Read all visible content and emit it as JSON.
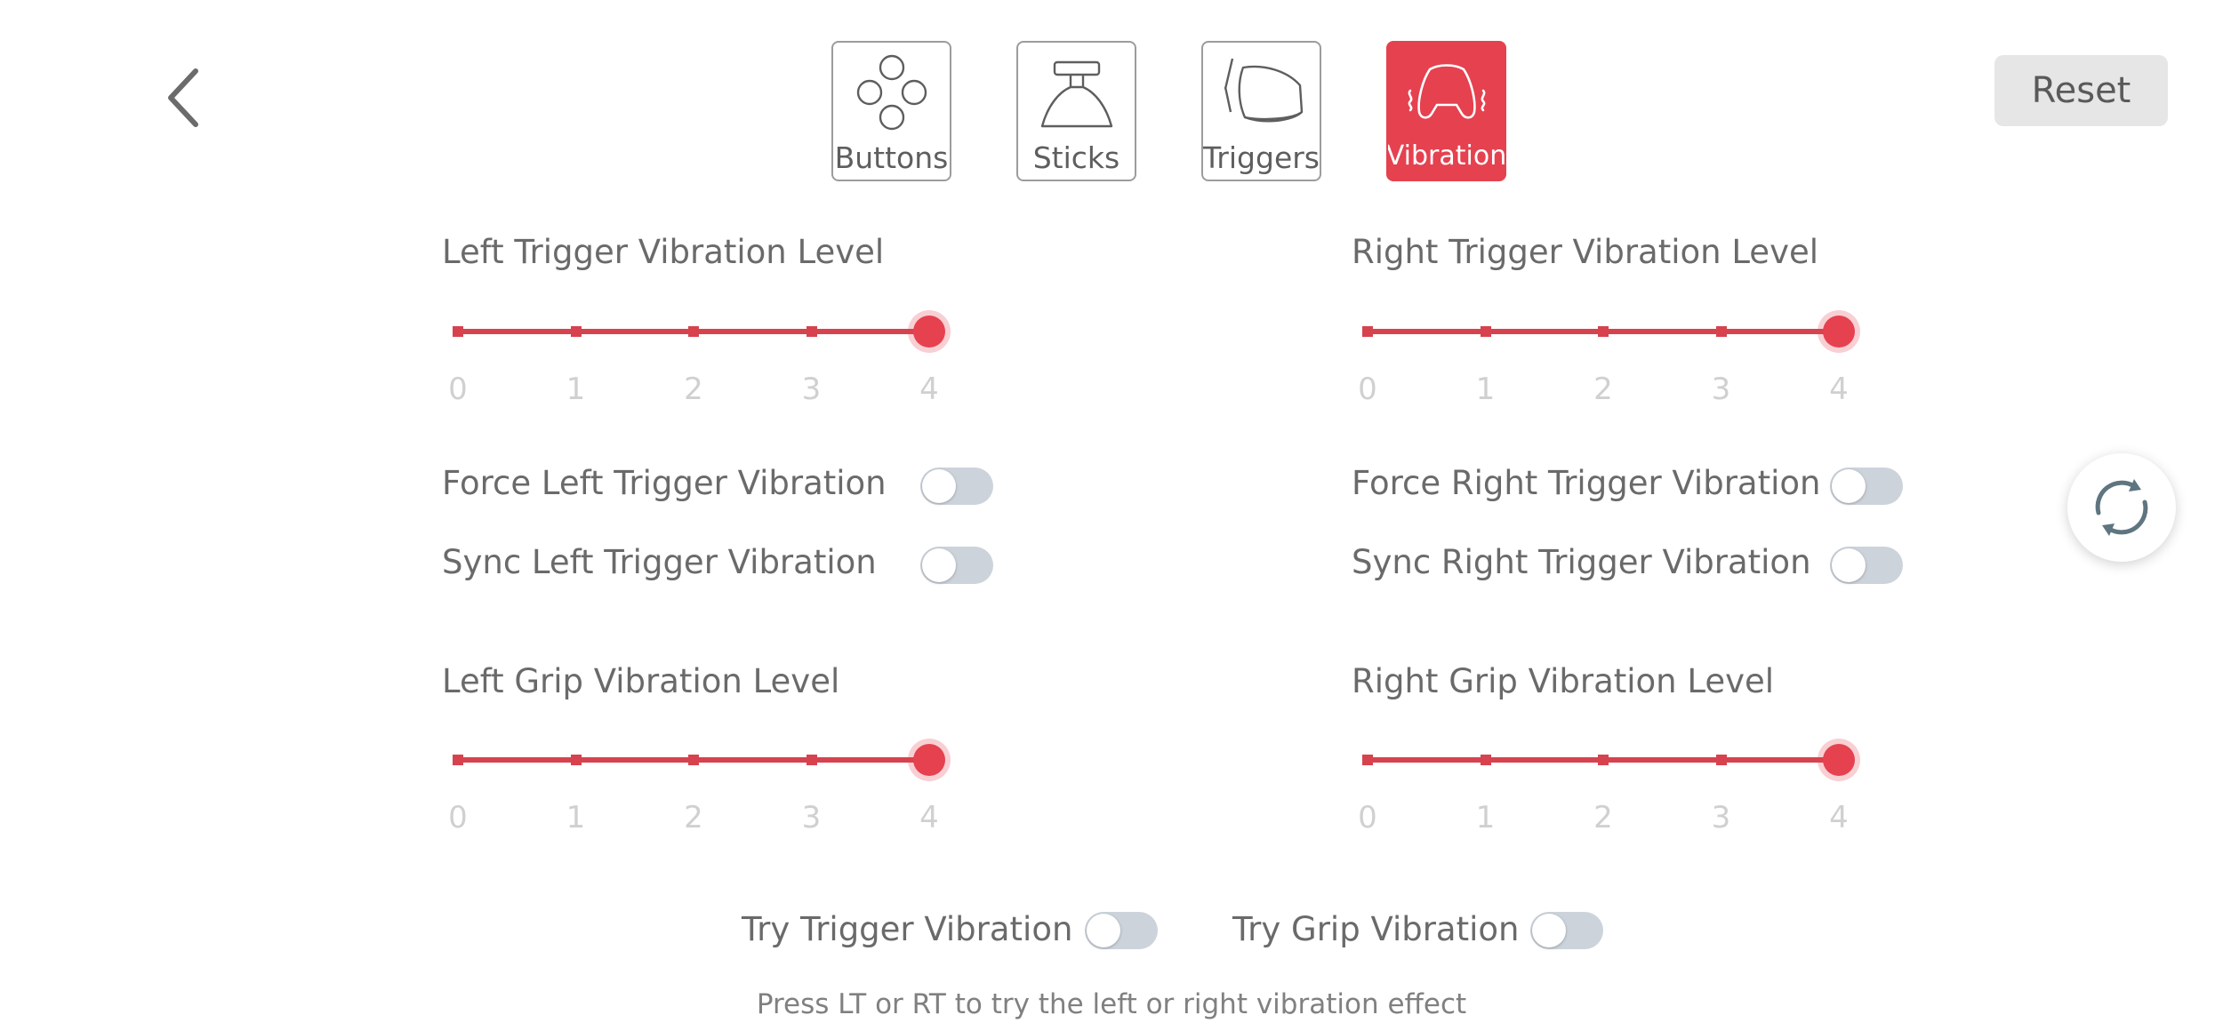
{
  "header": {
    "tabs": [
      {
        "label": "Buttons",
        "icon": "dpad-buttons-icon",
        "active": false
      },
      {
        "label": "Sticks",
        "icon": "joystick-icon",
        "active": false
      },
      {
        "label": "Triggers",
        "icon": "trigger-icon",
        "active": false
      },
      {
        "label": "Vibration",
        "icon": "controller-vibration-icon",
        "active": true
      }
    ],
    "reset_label": "Reset"
  },
  "colors": {
    "accent": "#e5414f",
    "switch_off": "#ccd3db"
  },
  "sliders": {
    "left_trigger": {
      "title": "Left Trigger Vibration Level",
      "value": 4,
      "ticks": [
        "0",
        "1",
        "2",
        "3",
        "4"
      ]
    },
    "right_trigger": {
      "title": "Right Trigger Vibration Level",
      "value": 4,
      "ticks": [
        "0",
        "1",
        "2",
        "3",
        "4"
      ]
    },
    "left_grip": {
      "title": "Left Grip Vibration Level",
      "value": 4,
      "ticks": [
        "0",
        "1",
        "2",
        "3",
        "4"
      ]
    },
    "right_grip": {
      "title": "Right Grip Vibration Level",
      "value": 4,
      "ticks": [
        "0",
        "1",
        "2",
        "3",
        "4"
      ]
    }
  },
  "toggles": {
    "force_left": {
      "label": "Force Left Trigger Vibration",
      "on": false
    },
    "sync_left": {
      "label": "Sync Left Trigger Vibration",
      "on": false
    },
    "force_right": {
      "label": "Force Right Trigger Vibration",
      "on": false
    },
    "sync_right": {
      "label": "Sync Right Trigger Vibration",
      "on": false
    },
    "try_trigger": {
      "label": "Try Trigger Vibration",
      "on": false
    },
    "try_grip": {
      "label": "Try Grip Vibration",
      "on": false
    }
  },
  "hint": "Press LT or RT to try the left or right vibration effect"
}
